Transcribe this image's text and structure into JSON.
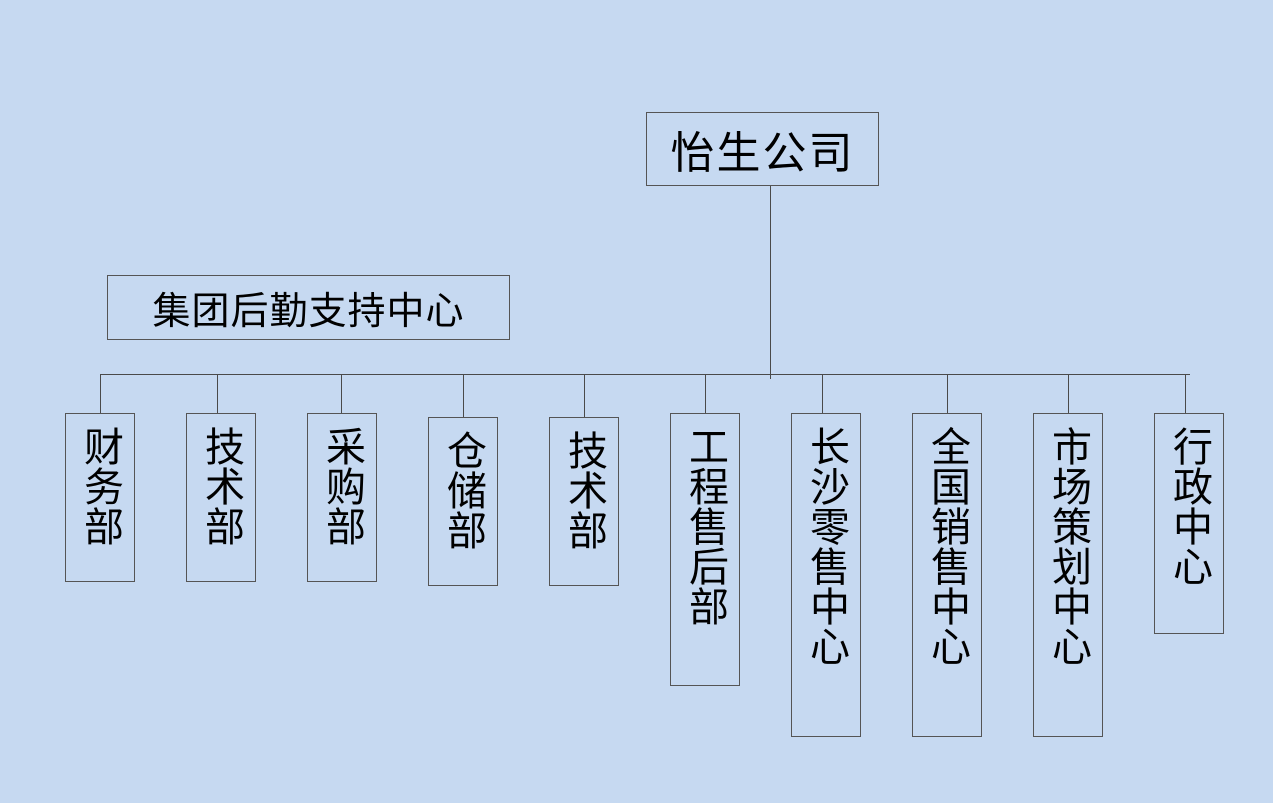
{
  "chart": {
    "root": "怡生公司",
    "support": "集团后勤支持中心",
    "departments": [
      "财务部",
      "技术部",
      "采购部",
      "仓储部",
      "技术部",
      "工程售后部",
      "长沙零售中心",
      "全国销售中心",
      "市场策划中心",
      "行政中心"
    ]
  },
  "colors": {
    "background": "#c6d9f1",
    "line": "#4a4a4a",
    "border": "#555555",
    "text": "#000000"
  }
}
